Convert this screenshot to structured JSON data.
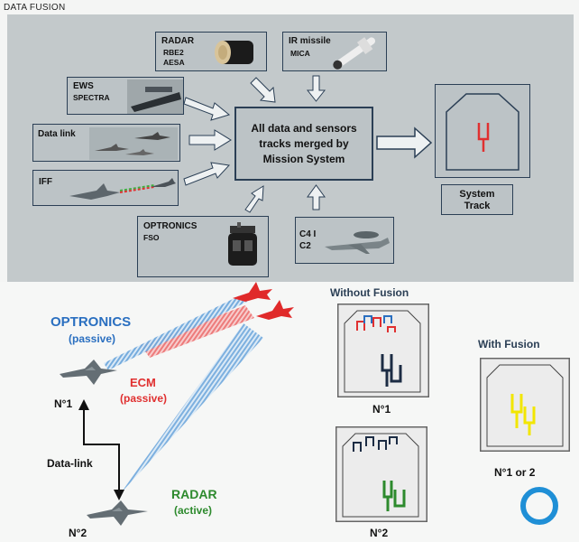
{
  "header": {
    "title": "DATA FUSION"
  },
  "sensors": {
    "radar": {
      "title": "RADAR",
      "lines": [
        "RBE2",
        "AESA"
      ]
    },
    "ir": {
      "title": "IR missile",
      "lines": [
        "MICA"
      ]
    },
    "ews": {
      "title": "EWS",
      "lines": [
        "SPECTRA"
      ]
    },
    "datalink": {
      "title": "Data link"
    },
    "iff": {
      "title": "IFF"
    },
    "optronics": {
      "title": "OPTRONICS",
      "lines": [
        "FSO"
      ]
    },
    "c4i": {
      "title": "C4 I",
      "lines": [
        "C2"
      ]
    }
  },
  "center": {
    "line1": "All data and sensors",
    "line2": "tracks merged by",
    "line3": "Mission System"
  },
  "system_track": {
    "line1": "System",
    "line2": "Track"
  },
  "scenario": {
    "optronics": "OPTRONICS",
    "optronics_mode": "(passive)",
    "ecm": "ECM",
    "ecm_mode": "(passive)",
    "radar": "RADAR",
    "radar_mode": "(active)",
    "datalink": "Data-link",
    "n1": "N°1",
    "n2": "N°2"
  },
  "fusion": {
    "without": "Without Fusion",
    "with": "With Fusion",
    "n1": "N°1",
    "n2": "N°2",
    "both": "N°1 or 2"
  },
  "colors": {
    "dark_blue": "#2b3f55",
    "red": "#e03030",
    "blue": "#2a6fc0",
    "green": "#2d8a2d",
    "yellow": "#f2e600",
    "pink": "#ee6666",
    "light_blue": "#6fa8dc"
  },
  "icons": [
    "radar-antenna-icon",
    "ir-missile-icon",
    "ews-pod-icon",
    "datalink-aircraft-icon",
    "iff-aircraft-icon",
    "optronics-sensor-icon",
    "awacs-aircraft-icon",
    "fighter-jet-icon",
    "ring-logo-icon"
  ]
}
